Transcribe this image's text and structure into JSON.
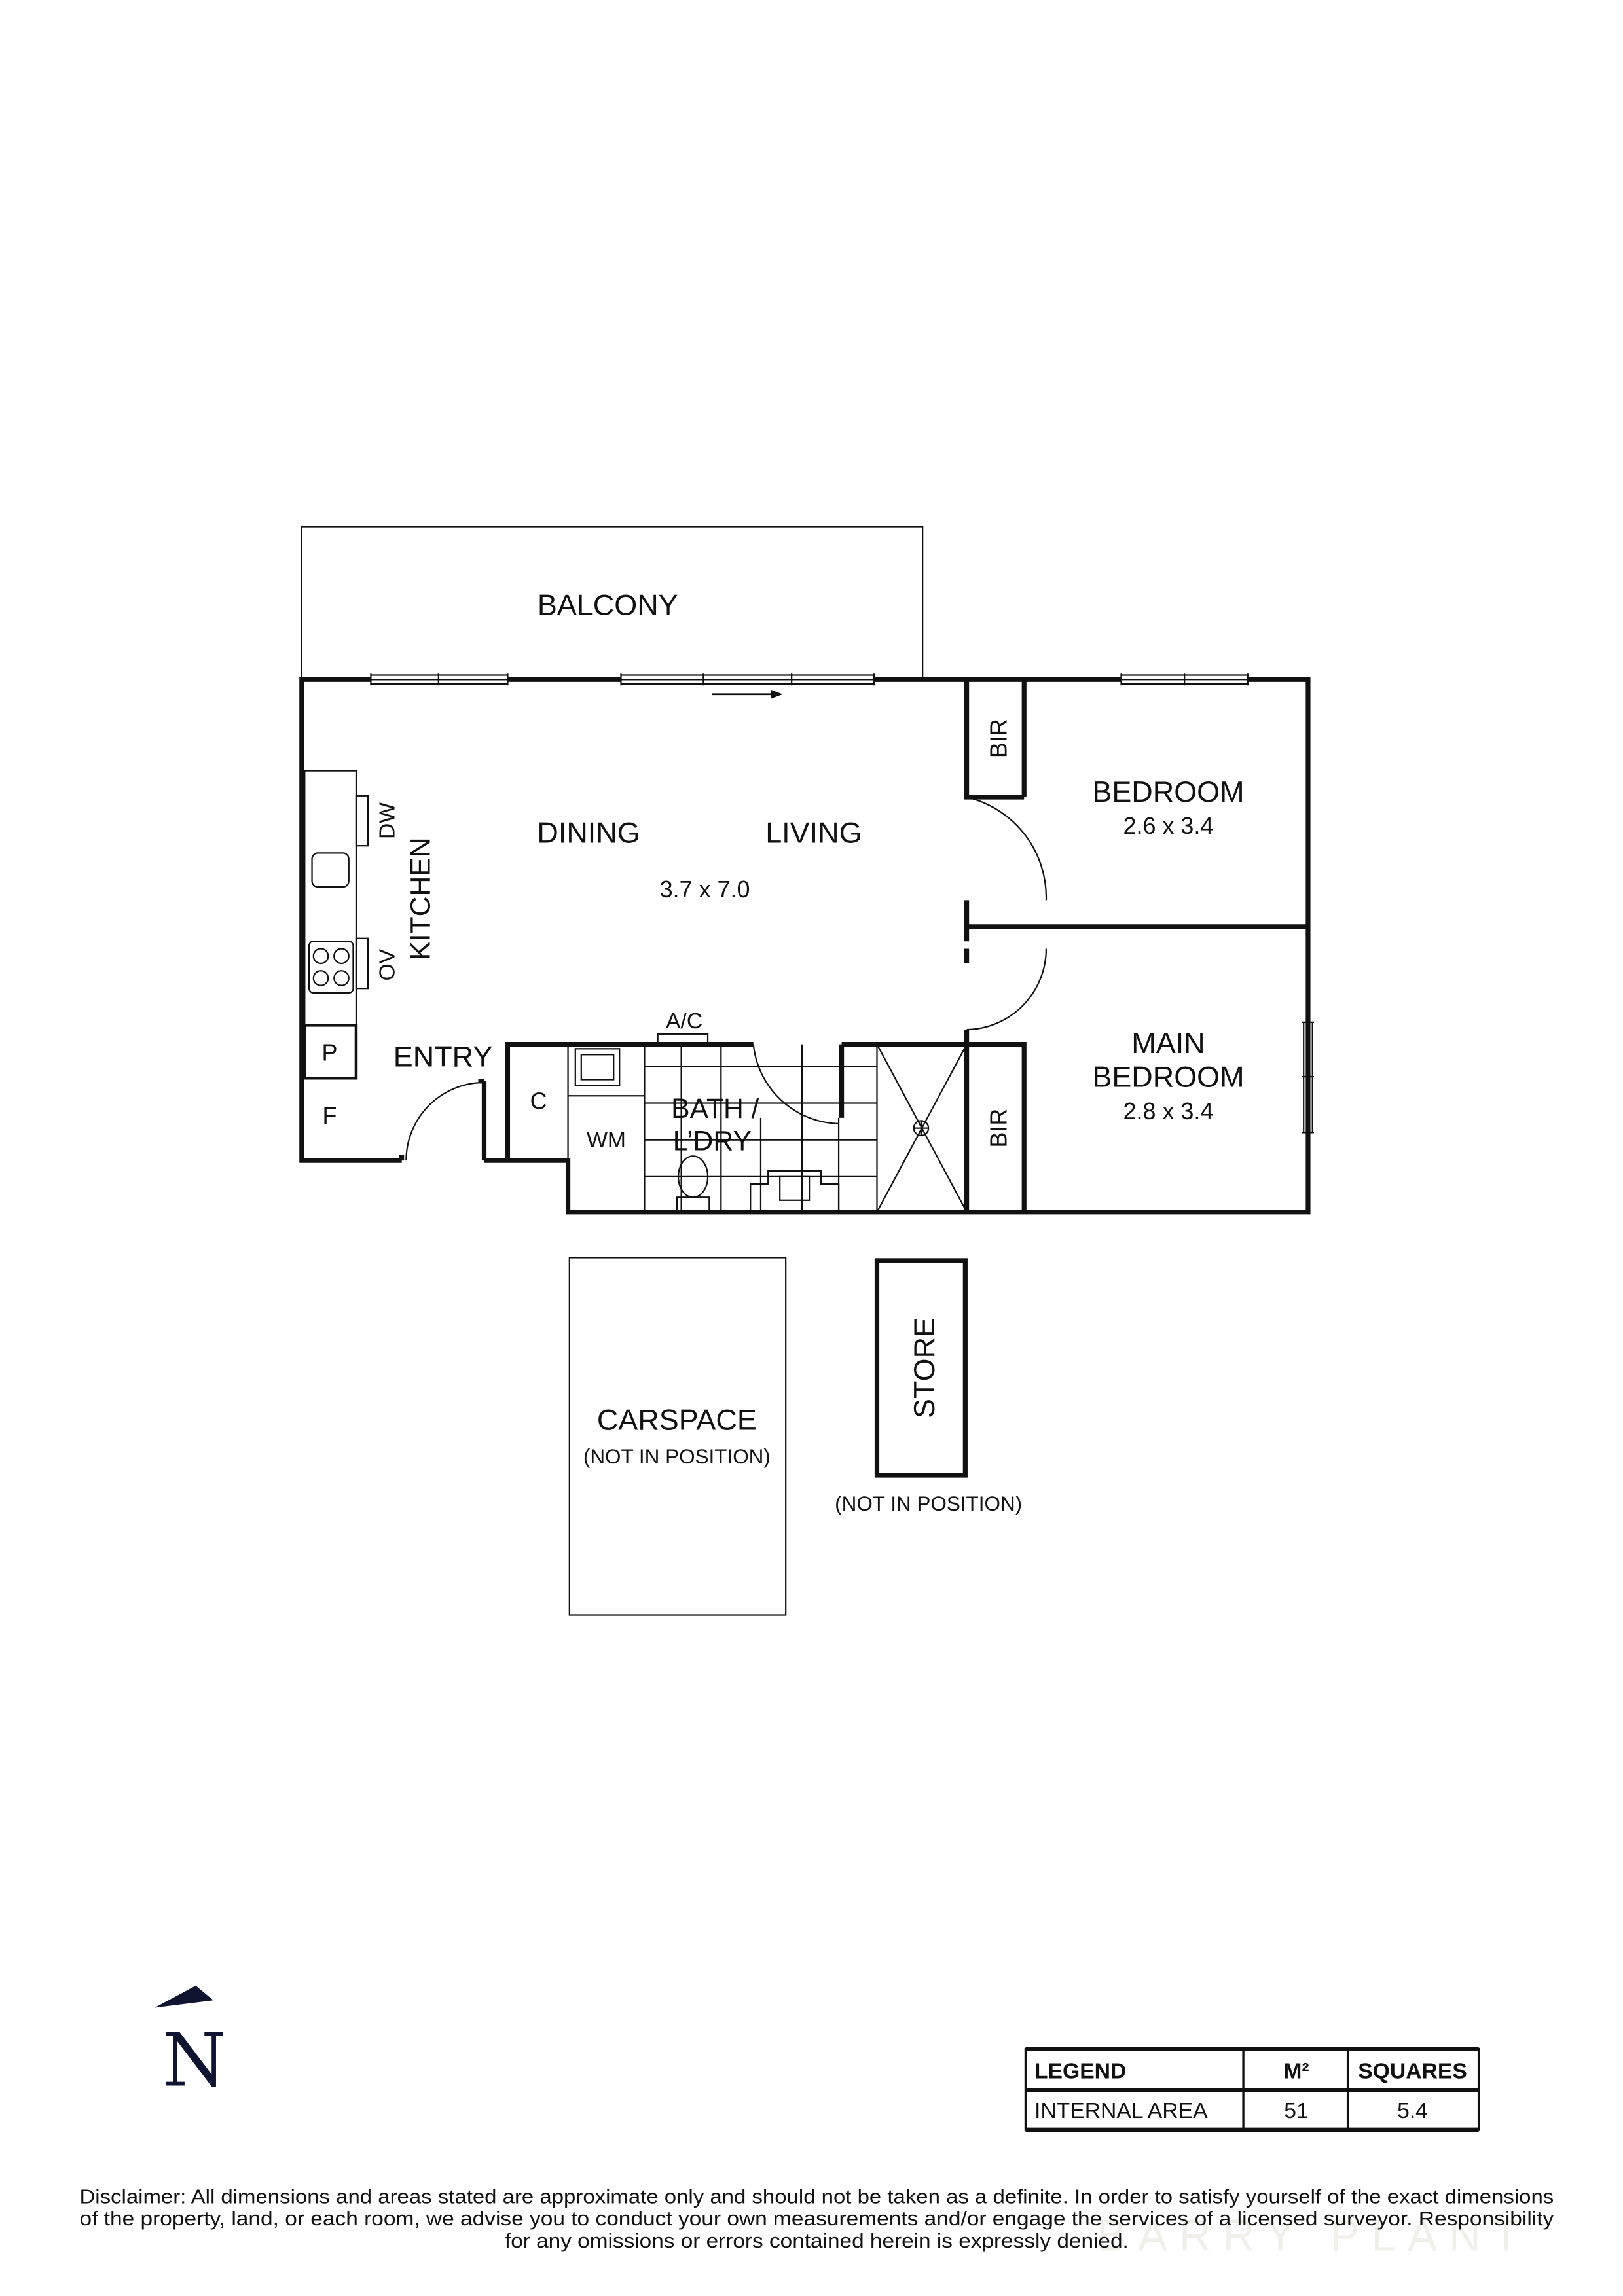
{
  "rooms": {
    "balcony": "BALCONY",
    "dining": "DINING",
    "living": "LIVING",
    "living_dims": "3.7 x 7.0",
    "kitchen": "KITCHEN",
    "dw": "DW",
    "ov": "OV",
    "p": "P",
    "f": "F",
    "entry": "ENTRY",
    "c": "C",
    "wm": "WM",
    "ac": "A/C",
    "bath_1": "BATH /",
    "bath_2": "L’DRY",
    "bir_1": "BIR",
    "bir_2": "BIR",
    "bedroom": "BEDROOM",
    "bedroom_dims": "2.6 x 3.4",
    "main_bedroom_1": "MAIN",
    "main_bedroom_2": "BEDROOM",
    "main_bedroom_dims": "2.8 x 3.4",
    "carspace": "CARSPACE",
    "carspace_note": "(NOT IN POSITION)",
    "store": "STORE",
    "store_note": "(NOT IN POSITION)"
  },
  "compass": {
    "letter": "N",
    "color": "#0f1530"
  },
  "legend": {
    "headers": [
      "LEGEND",
      "M²",
      "SQUARES"
    ],
    "rows": [
      [
        "INTERNAL AREA",
        "51",
        "5.4"
      ]
    ]
  },
  "disclaimer": [
    "Disclaimer: All dimensions and areas stated are approximate only and should not be taken as a definite. In order to satisfy yourself of the exact dimensions",
    "of the property, land, or each room, we advise you to conduct your own measurements and/or engage the services of a licensed surveyor. Responsibility",
    "for any omissions or errors contained herein is expressly denied."
  ],
  "watermark": "BARRY PLANT"
}
